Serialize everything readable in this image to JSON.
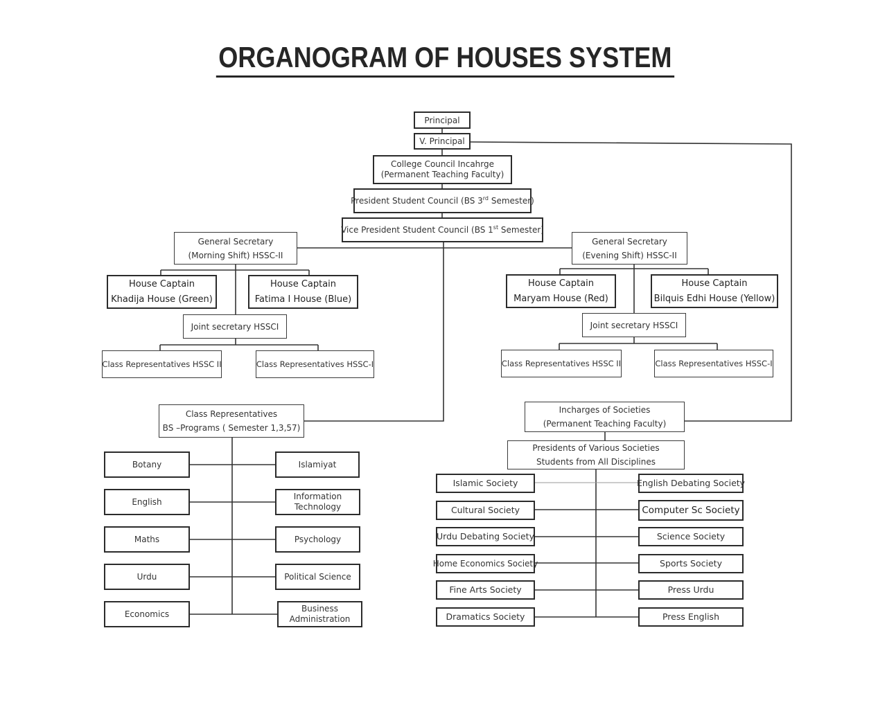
{
  "title": "ORGANOGRAM OF HOUSES SYSTEM",
  "top": {
    "principal": "Principal",
    "vice_principal": "V. Principal",
    "college_council": [
      "College Council Incahrge",
      "(Permanent Teaching Faculty)"
    ],
    "president_prefix": "President Student Council (BS 3",
    "president_sup": "rd",
    "president_suffix": " Semester)",
    "vice_president_prefix": "Vice President Student Council (BS 1",
    "vice_president_sup": "st",
    "vice_president_suffix": " Semester)"
  },
  "morning": {
    "general_secretary": [
      "General Secretary",
      "(Morning Shift) HSSC-II"
    ],
    "house_captain_left": [
      "House Captain",
      "Khadija  House (Green)"
    ],
    "house_captain_right": [
      "House Captain",
      "Fatima I House (Blue)"
    ],
    "joint_secretary": "Joint secretary HSSCI",
    "class_rep_left": "Class Representatives HSSC II",
    "class_rep_right": "Class Representatives HSSC-I"
  },
  "evening": {
    "general_secretary": [
      "General Secretary",
      "(Evening Shift) HSSC-II"
    ],
    "house_captain_left": [
      "House Captain",
      "Maryam House (Red)"
    ],
    "house_captain_right": [
      "House Captain",
      "Bilquis Edhi House (Yellow)"
    ],
    "joint_secretary": "Joint secretary HSSCI",
    "class_rep_left": "Class Representatives HSSC II",
    "class_rep_right": "Class Representatives HSSC-I"
  },
  "bs": {
    "class_reps": [
      "Class Representatives",
      "BS –Programs ( Semester 1,3,57)"
    ],
    "left": [
      "Botany",
      "English",
      "Maths",
      "Urdu",
      "Economics"
    ],
    "right": [
      [
        "Islamiyat"
      ],
      [
        "Information",
        "Technology"
      ],
      [
        "Psychology"
      ],
      [
        "Political  Science"
      ],
      [
        "Business",
        "Administration"
      ]
    ]
  },
  "societies": {
    "incharges": [
      "Incharges of Societies",
      "(Permanent Teaching Faculty)"
    ],
    "presidents": [
      "Presidents of Various Societies",
      "Students from All Disciplines"
    ],
    "left": [
      "Islamic Society",
      "Cultural Society",
      "Urdu Debating Society",
      "Home Economics Society",
      "Fine Arts Society",
      "Dramatics Society"
    ],
    "right": [
      "English Debating Society",
      "Computer Sc Society",
      "Science Society",
      "Sports Society",
      "Press Urdu",
      "Press English"
    ]
  }
}
